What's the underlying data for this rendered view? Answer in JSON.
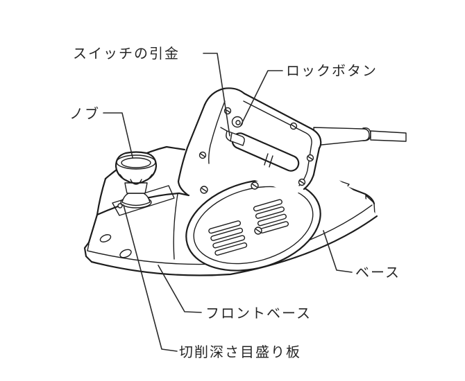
{
  "figure": {
    "kind": "monochrome line diagram of a power hand planer with part callouts",
    "colors": {
      "ink": "#1d1d1d",
      "background": "#ffffff",
      "label_text": "#262626"
    }
  },
  "labels": {
    "switch_trigger": "スイッチの引金",
    "lock_button": "ロックボタン",
    "knob": "ノブ",
    "base": "ベース",
    "front_base": "フロントベース",
    "depth_scale_plate": "切削深さ目盛り板"
  }
}
